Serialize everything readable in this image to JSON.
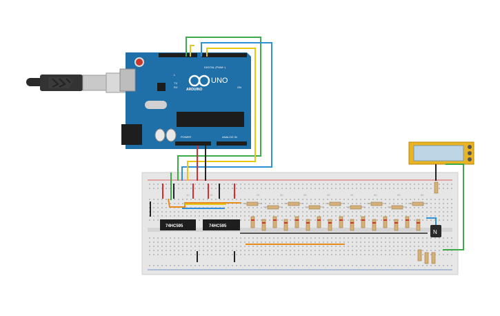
{
  "canvas": {
    "background": "#ffffff"
  },
  "arduino": {
    "brand": "ARDUINO",
    "model": "UNO",
    "digital_label": "DIGITAL (PWM~)",
    "power_label": "POWER",
    "analog_label": "ANALOG IN",
    "on_label": "ON",
    "led_labels": [
      "L",
      "TX",
      "RX"
    ],
    "color": "#1f6fa8"
  },
  "chips": [
    {
      "label": "74HC595"
    },
    {
      "label": "74HC595"
    }
  ],
  "transistor": {
    "label": "N"
  },
  "wire_colors": {
    "green": "#3bab4a",
    "blue": "#2d8fd6",
    "yellow": "#e9c514",
    "red": "#d92b2b",
    "black": "#222222",
    "orange": "#e88a1a"
  },
  "resistor_count_top": 9,
  "resistor_count_bottom": 16,
  "breadboard_columns": [
    "5",
    "10",
    "15",
    "20",
    "25",
    "30",
    "35",
    "40",
    "45",
    "50",
    "55",
    "60"
  ]
}
